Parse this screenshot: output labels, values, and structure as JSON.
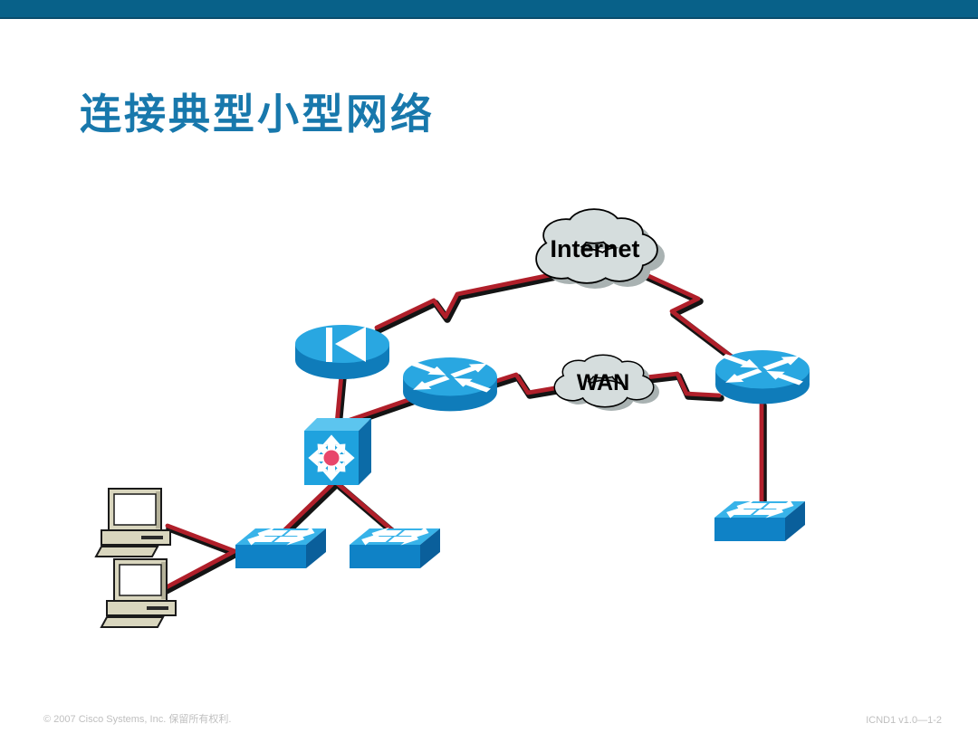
{
  "slide": {
    "title": "连接典型小型网络",
    "title_color": "#1878AC",
    "header_bar_color": "#086189",
    "footer": {
      "left": "© 2007 Cisco Systems, Inc. 保留所有权利.",
      "right": "ICND1 v1.0—1-2"
    }
  },
  "diagram": {
    "clouds": [
      {
        "name": "internet",
        "label": "Internet"
      },
      {
        "name": "wan",
        "label": "WAN"
      }
    ],
    "nodes": [
      "firewall-router",
      "router-a",
      "router-b",
      "multilayer-switch",
      "access-switch-a",
      "access-switch-b",
      "branch-switch",
      "pc-1",
      "pc-2"
    ],
    "links": [
      "internet - firewall-router (serial zigzag)",
      "internet - router-b (serial zigzag)",
      "router-a - wan - router-b (serial zigzag)",
      "firewall-router - multilayer-switch",
      "router-a - multilayer-switch",
      "multilayer-switch - access-switch-a",
      "multilayer-switch - access-switch-b",
      "pc-1 - access-switch-a",
      "pc-2 - access-switch-a",
      "router-b - branch-switch"
    ],
    "colors": {
      "link_red": "#B01F2A",
      "device_blue": "#29A7E1",
      "device_blue_side": "#0F7CBA",
      "switch_top": "#38B3E9",
      "switch_front": "#0F82C6",
      "switch_side": "#0A5F9B",
      "mls_center_dot": "#E8476B",
      "cloud_fill": "#D5DDDD",
      "pc_beige": "#D9D6BE"
    }
  }
}
